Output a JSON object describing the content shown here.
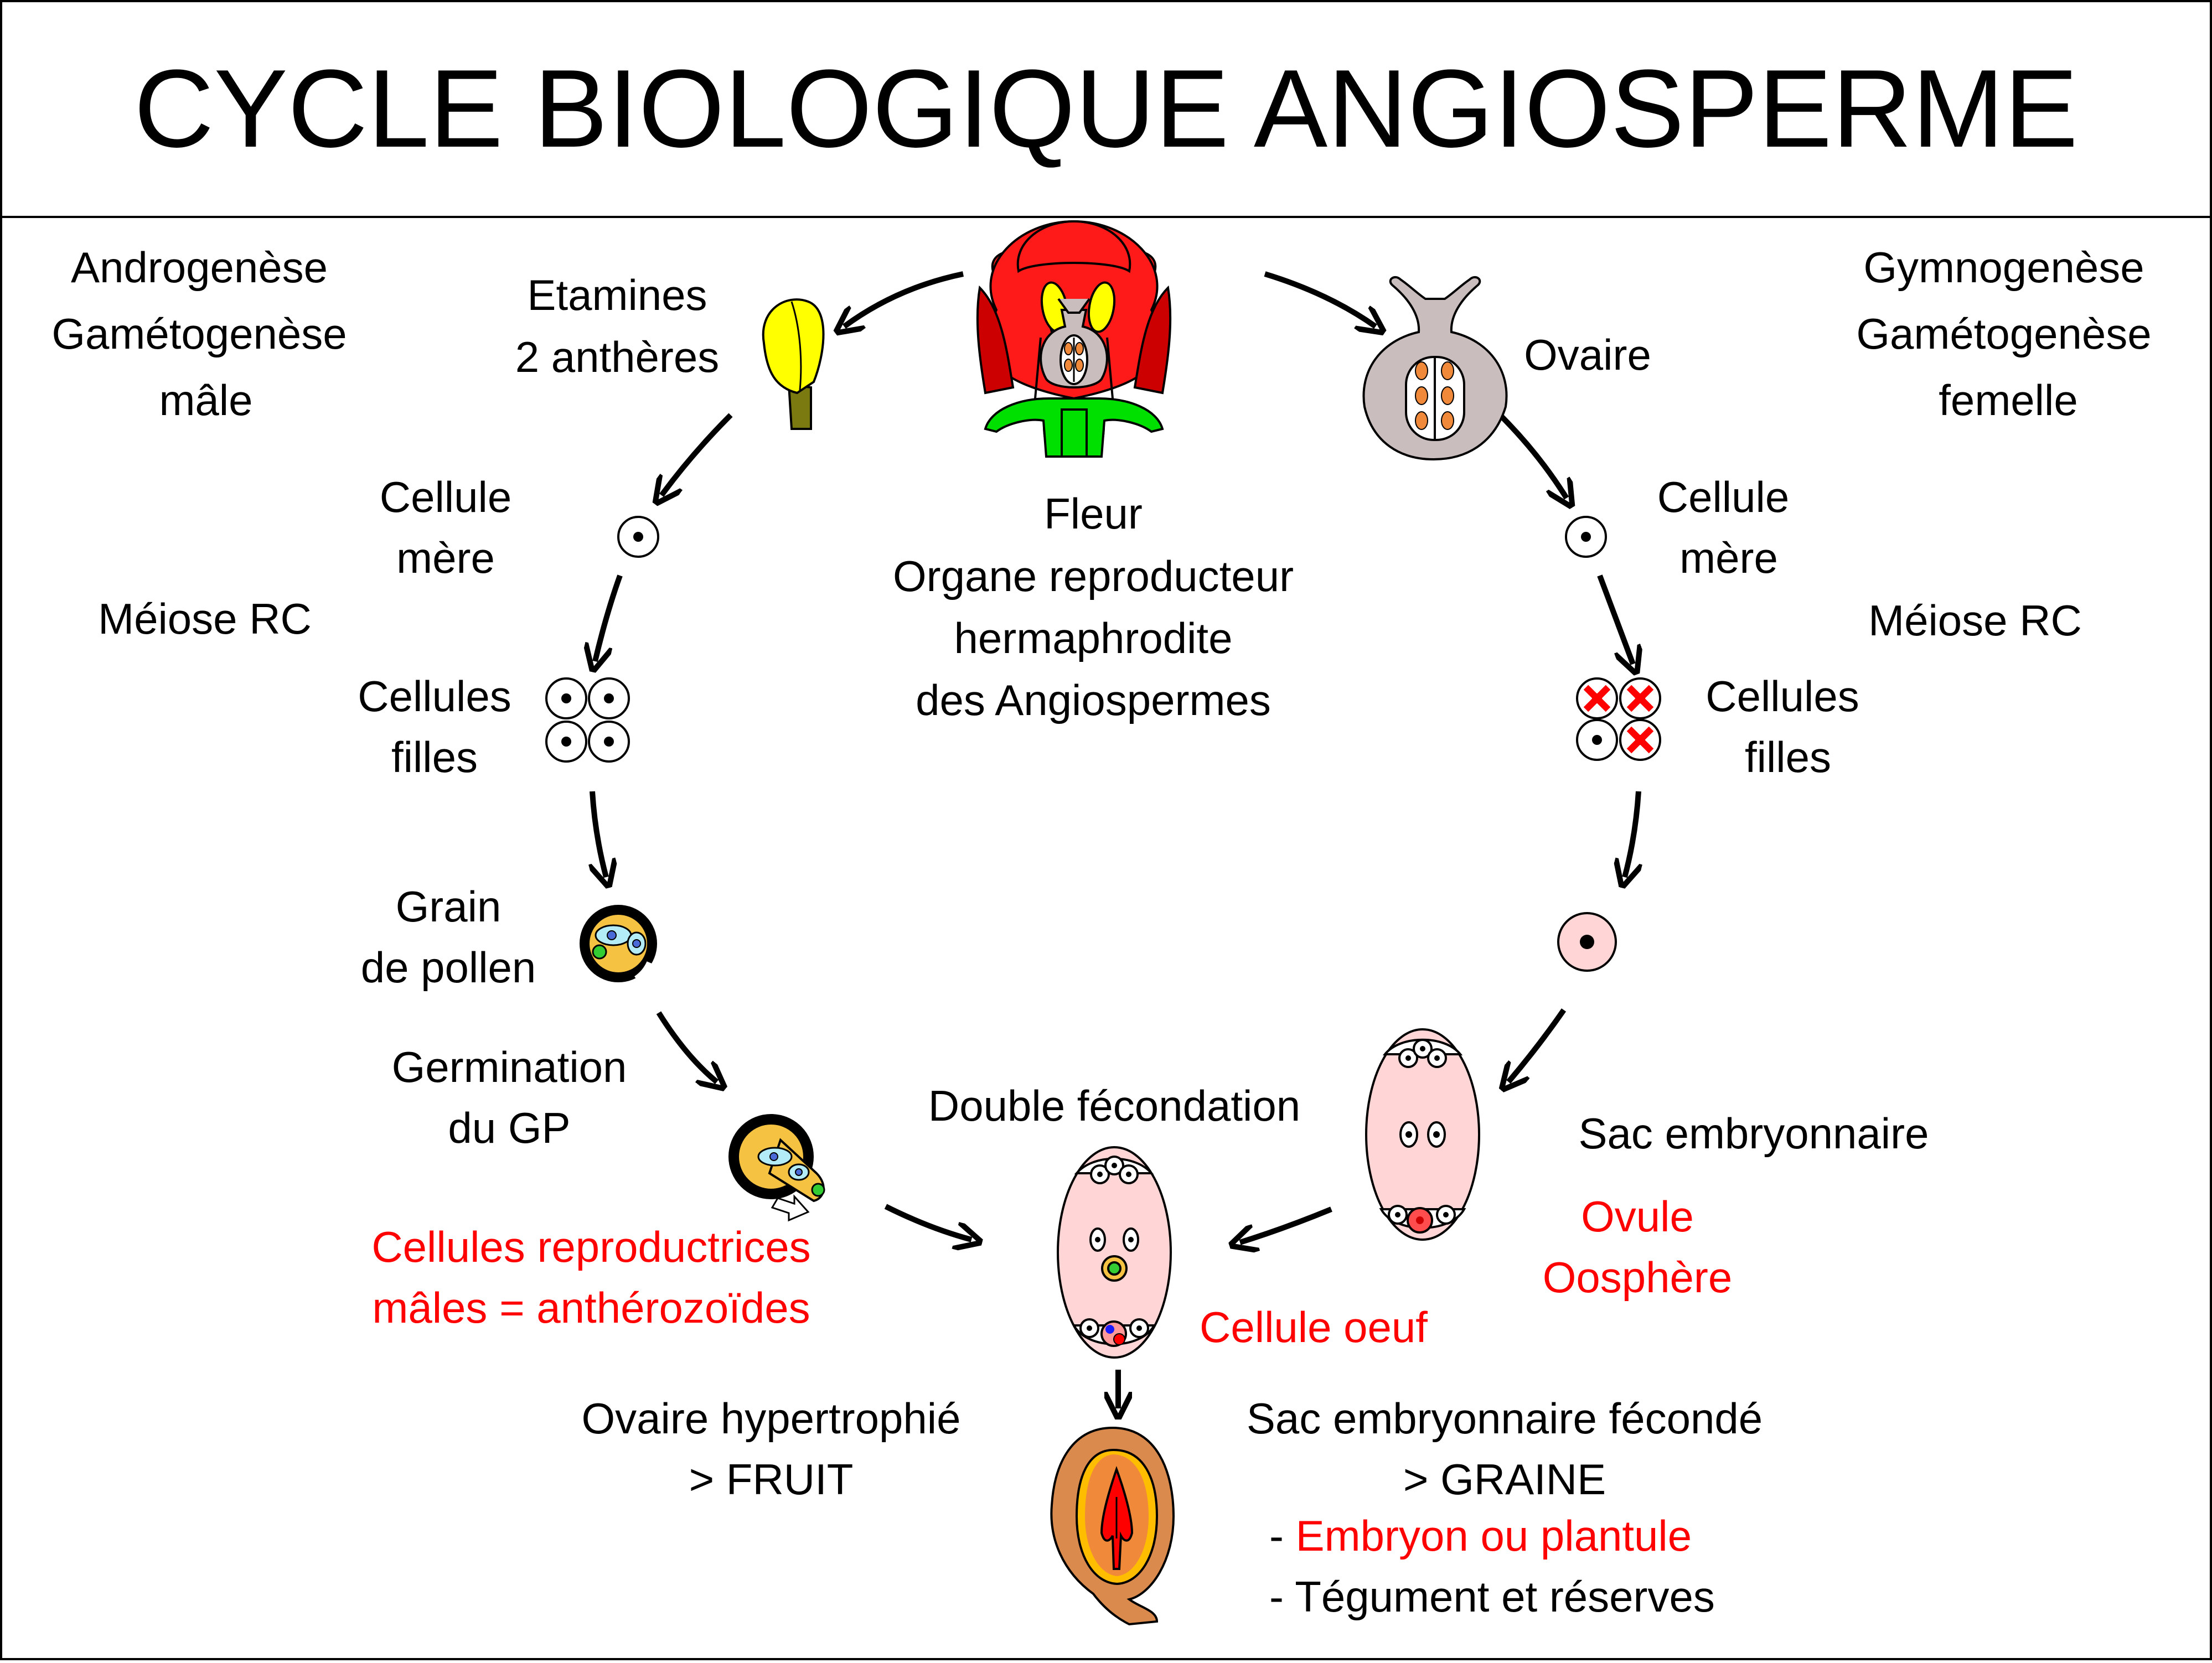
{
  "title": "CYCLE BIOLOGIQUE ANGIOSPERME",
  "left_header": [
    "Androgenèse",
    "Gamétogenèse",
    "mâle"
  ],
  "right_header": [
    "Gymnogenèse",
    "Gamétogenèse",
    "femelle"
  ],
  "flower_label": [
    "Fleur",
    "Organe reproducteur",
    "hermaphrodite",
    "des Angiospermes"
  ],
  "male": {
    "etamines": [
      "Etamines",
      "2 anthères"
    ],
    "cellule_mere": [
      "Cellule",
      "mère"
    ],
    "meiose": "Méiose RC",
    "cellules_filles": [
      "Cellules",
      "filles"
    ],
    "grain_pollen": [
      "Grain",
      "de pollen"
    ],
    "germination": [
      "Germination",
      "du GP"
    ],
    "gametes": [
      "Cellules reproductrices",
      "mâles = anthérozoïdes"
    ]
  },
  "female": {
    "ovaire": "Ovaire",
    "cellule_mere": [
      "Cellule",
      "mère"
    ],
    "meiose": "Méiose RC",
    "cellules_filles": [
      "Cellules",
      "filles"
    ],
    "sac": "Sac embryonnaire",
    "ovule": [
      "Ovule",
      "Oosphère"
    ]
  },
  "fecondation": {
    "double": "Double fécondation",
    "oeuf": "Cellule oeuf"
  },
  "result": {
    "fruit": [
      "Ovaire hypertrophié",
      "> FRUIT"
    ],
    "graine": [
      "Sac embryonnaire fécondé",
      "> GRAINE"
    ],
    "dash": "- ",
    "embryon": "Embryon ou plantule",
    "tegument": "- Tégument et réserves"
  },
  "colors": {
    "petal": "#ff1a1a",
    "anther": "#ffff00",
    "pollen": "#f5c242",
    "ovary": "#c9bdbd",
    "sac": "#ffd5d5",
    "seed": "#d98a4c",
    "text_red": "#ff0000"
  }
}
